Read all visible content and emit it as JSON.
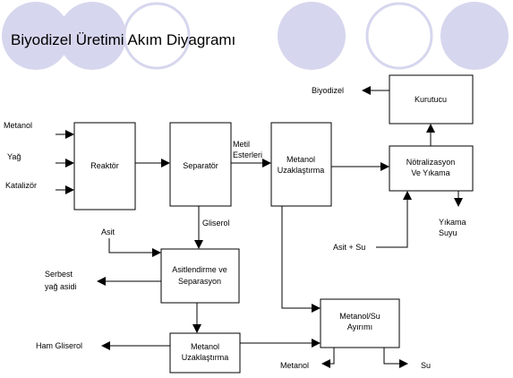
{
  "title": "Biyodizel Üretimi Akım Diyagramı",
  "colors": {
    "decor_fill": "#d6d6ee",
    "stroke": "#000000",
    "background": "#ffffff"
  },
  "nodes": {
    "reaktor": "Reaktör",
    "separator": "Separatör",
    "metanol_uzak_1": [
      "Metanol",
      "Uzaklaştırma"
    ],
    "notralizasyon": [
      "Nötralizasyon",
      "Ve Yıkama"
    ],
    "kurutucu": "Kurutucu",
    "asitlendirme": [
      "Asitlendirme ve",
      "Separasyon"
    ],
    "metanol_uzak_2": [
      "Metanol",
      "Uzaklaştırma"
    ],
    "metanol_su": [
      "Metanol/Su",
      "Ayırımı"
    ]
  },
  "labels": {
    "metanol_in": "Metanol",
    "yag_in": "Yağ",
    "katalizor_in": "Katalizör",
    "metil_esterleri": [
      "Metil",
      "Esterleri"
    ],
    "gliserol": "Gliserol",
    "asit": "Asit",
    "serbest_yag_asidi": [
      "Serbest",
      "yağ asidi"
    ],
    "ham_gliserol": "Ham Gliserol",
    "biyodizel": "Biyodizel",
    "yikama_suyu": [
      "Yıkama",
      "Suyu"
    ],
    "asit_su": "Asit + Su",
    "metanol_out": "Metanol",
    "su_out": "Su"
  }
}
